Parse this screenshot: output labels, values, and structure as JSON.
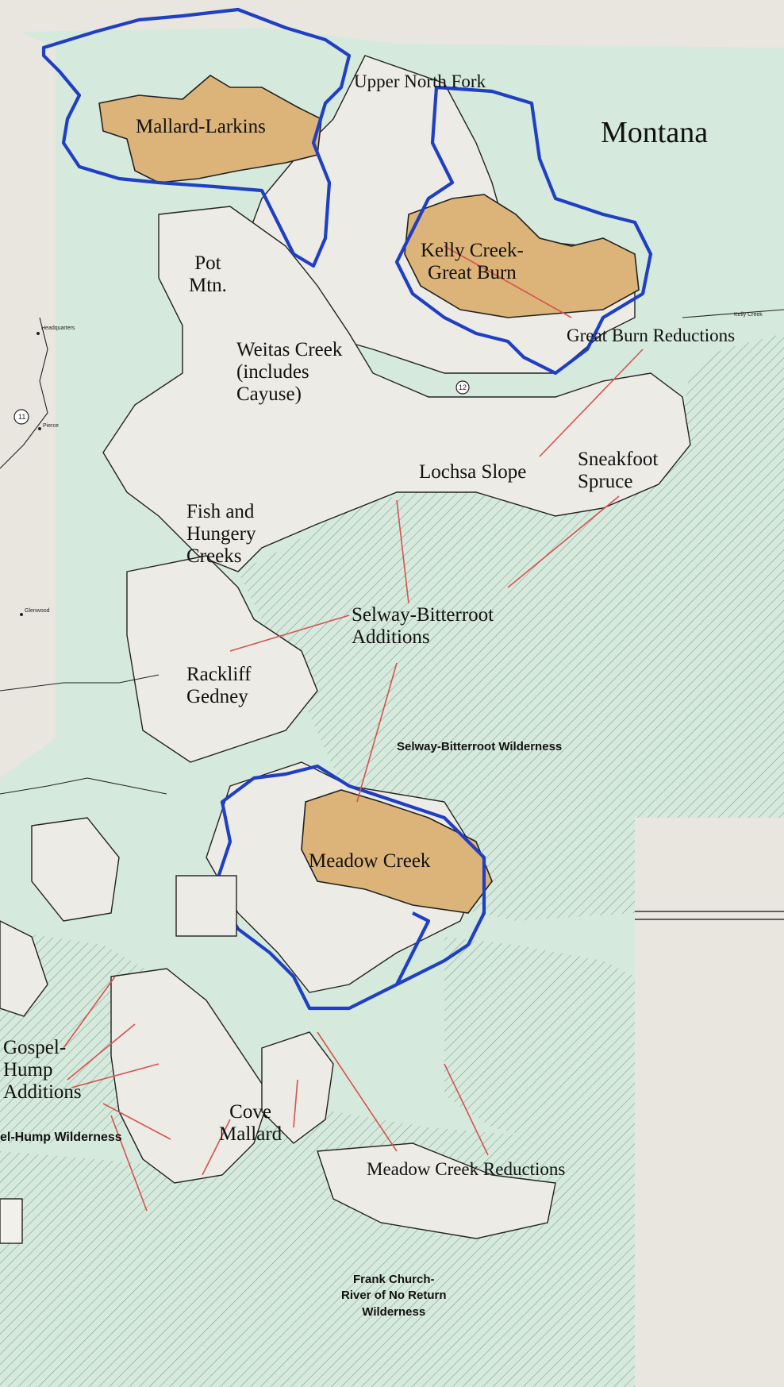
{
  "state_label": "Montana",
  "areas": {
    "mallard_larkins": "Mallard-Larkins",
    "upper_north_fork": "Upper North Fork",
    "kelly_creek_1": "Kelly Creek-",
    "kelly_creek_2": "Great Burn",
    "great_burn_reductions": "Great Burn Reductions",
    "pot_mtn_1": "Pot",
    "pot_mtn_2": "Mtn.",
    "weitas_1": "Weitas Creek",
    "weitas_2": "(includes",
    "weitas_3": "Cayuse)",
    "lochsa_slope": "Lochsa Slope",
    "sneakfoot_1": "Sneakfoot",
    "sneakfoot_2": "Spruce",
    "fish_1": "Fish and",
    "fish_2": "Hungery",
    "fish_3": "Creeks",
    "selway_add_1": "Selway-Bitterroot",
    "selway_add_2": "Additions",
    "rackliff_1": "Rackliff",
    "rackliff_2": "Gedney",
    "meadow_creek": "Meadow Creek",
    "gospel_1": "Gospel-",
    "gospel_2": "Hump",
    "gospel_3": "Additions",
    "cove_1": "Cove",
    "cove_2": "Mallard",
    "meadow_reductions": "Meadow Creek Reductions"
  },
  "wilderness": {
    "selway_bitterroot": "Selway-Bitterroot Wilderness",
    "gospel_hump": "el-Hump Wilderness",
    "frank_church_1": "Frank Church-",
    "frank_church_2": "River of No Return",
    "frank_church_3": "Wilderness"
  },
  "towns": {
    "headquarters": "Headquarters",
    "pierce": "Pierce",
    "glenwood": "Glenwood",
    "kelly_creek_small": "Kelly Creek"
  },
  "routes": {
    "hwy_11": "11",
    "hwy_12": "12"
  },
  "colors": {
    "paper": "#e9e6df",
    "forest_green": "#d6e9dd",
    "roadless": "#ecebe5",
    "proposed_wilderness": "#dcb479",
    "blue_outline": "#1f3fc4",
    "leader_red": "#d7524f",
    "wilderness_hatch": "#7f9b8c"
  }
}
